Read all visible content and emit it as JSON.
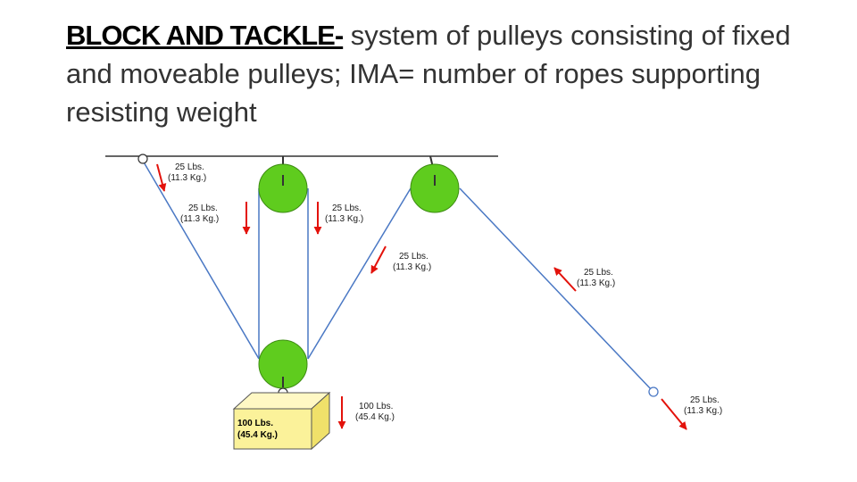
{
  "heading": {
    "term": "BLOCK AND TACKLE-",
    "definition": " system of pulleys consisting of fixed and moveable pulleys; IMA= number of ropes supporting resisting weight"
  },
  "diagram": {
    "force_labels": [
      {
        "id": "f1",
        "line1": "25 Lbs.",
        "line2": "(11.3 Kg.)"
      },
      {
        "id": "f2",
        "line1": "25 Lbs.",
        "line2": "(11.3 Kg.)"
      },
      {
        "id": "f3",
        "line1": "25 Lbs.",
        "line2": "(11.3 Kg.)"
      },
      {
        "id": "f4",
        "line1": "25 Lbs.",
        "line2": "(11.3 Kg.)"
      },
      {
        "id": "f5",
        "line1": "25 Lbs.",
        "line2": "(11.3 Kg.)"
      },
      {
        "id": "f6",
        "line1": "25 Lbs.",
        "line2": "(11.3 Kg.)"
      },
      {
        "id": "f7",
        "line1": "100 Lbs.",
        "line2": "(45.4 Kg.)"
      }
    ],
    "load": {
      "line1": "100 Lbs.",
      "line2": "(45.4 Kg.)"
    },
    "colors": {
      "rope": "#4a78c4",
      "pulley": "#5fcc1e",
      "arrow": "#e3120b",
      "box_front": "#fbf29a",
      "box_top": "#fff8c4",
      "box_side": "#f0e16a",
      "ceiling": "#333333"
    }
  }
}
